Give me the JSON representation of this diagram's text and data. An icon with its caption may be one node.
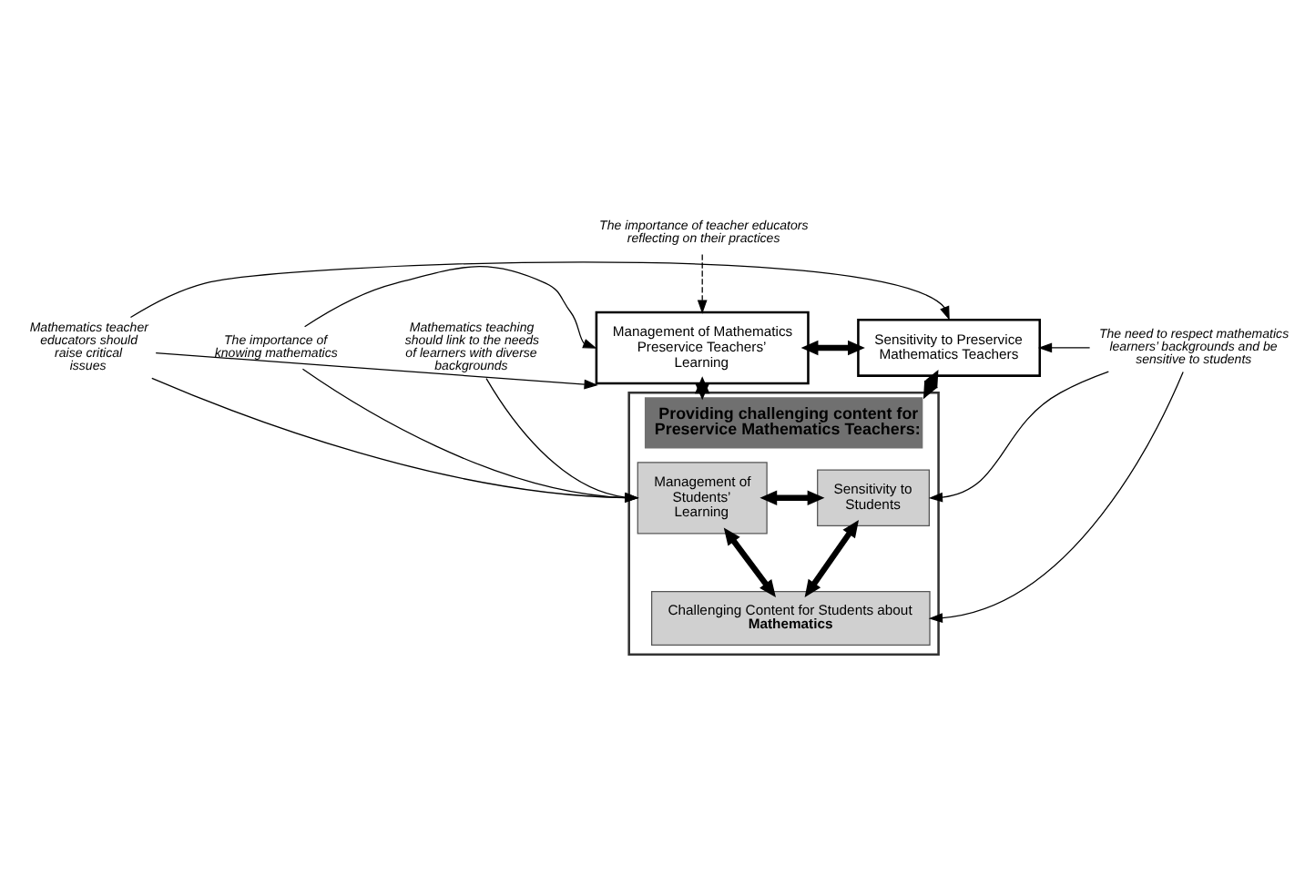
{
  "diagram": {
    "nodes": [
      {
        "text": [
          "The importance of teacher educators reflecting on their practices"
        ]
      },
      {
        "text": [
          "Management of Mathematics Preservice Teachers’ Learning"
        ]
      },
      {
        "text": [
          "Sensitivity to Preservice Mathematics Teachers"
        ]
      },
      {
        "text": [
          "The importance of knowing mathematics"
        ]
      },
      {
        "text": [
          "Providing challenging content for Preservice Mathematics Teachers:"
        ]
      },
      {
        "text": [
          "Mathematics teacher educators should raise critical issues"
        ]
      },
      {
        "text": [
          "Management of Students’ Learning"
        ],
        "in": 4
      },
      {
        "text": [
          "Sensitivity to Students"
        ],
        "in": 4
      },
      {
        "text": [
          "The need to respect mathematics learners’ backgrounds and be sensitive to students"
        ]
      },
      {
        "text": [
          "Mathematics teaching should link to the needs of learners with diverse backgrounds"
        ]
      },
      {
        "text": [
          "Challenging Content for Students about **Mathematics**"
        ],
        "in": 4
      }
    ],
    "edges": [
      {
        "from": 0,
        "to": 1,
        "arrow": "to",
        "style": "dashed"
      },
      {
        "from": 1,
        "to": 2,
        "arrow": "both",
        "style": "thick"
      },
      {
        "from": 1,
        "to": 4,
        "arrow": "both",
        "style": "thick"
      },
      {
        "from": 2,
        "to": 4,
        "arrow": "both",
        "style": "thick"
      },
      {
        "from": 3,
        "to": 1,
        "arrow": "to"
      },
      {
        "from": 3,
        "to": 6,
        "arrow": "to"
      },
      {
        "from": 5,
        "to": 1,
        "arrow": "to"
      },
      {
        "from": 5,
        "to": 2,
        "arrow": "to"
      },
      {
        "from": 5,
        "to": 6,
        "arrow": "to"
      },
      {
        "from": 6,
        "to": 7,
        "arrow": "both",
        "style": "thick"
      },
      {
        "from": 6,
        "to": 10,
        "arrow": "both",
        "style": "thick"
      },
      {
        "from": 7,
        "to": 10,
        "arrow": "both",
        "style": "thick"
      },
      {
        "from": 9,
        "to": 6,
        "arrow": "to"
      },
      {
        "from": 8,
        "to": 7,
        "arrow": "to"
      },
      {
        "from": 8,
        "to": 10,
        "arrow": "to"
      },
      {
        "from": 8,
        "to": 2,
        "arrow": "to"
      }
    ]
  }
}
